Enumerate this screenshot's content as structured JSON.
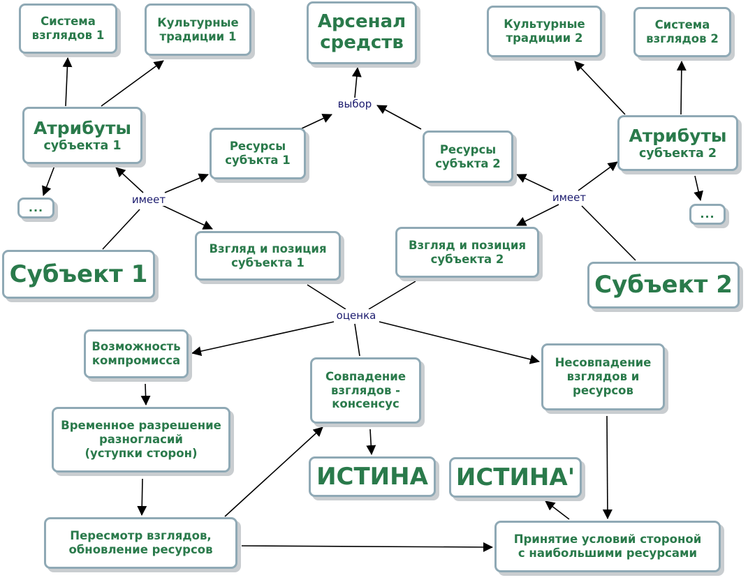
{
  "colors": {
    "node_text": "#2a7a4b",
    "node_border": "#8fa9b5",
    "link_label": "#1b1b6e",
    "edge": "#000000"
  },
  "nodes": {
    "worldview_1": [
      "Система",
      "взглядов 1"
    ],
    "culture_1": [
      "Культурные",
      "традиции 1"
    ],
    "arsenal": [
      "Арсенал",
      "средств"
    ],
    "culture_2": [
      "Культурные",
      "традиции 2"
    ],
    "worldview_2": [
      "Система",
      "взглядов 2"
    ],
    "attributes_1": [
      "Атрибуты",
      "субъекта 1"
    ],
    "resources_1": [
      "Ресурсы",
      "субъкта 1"
    ],
    "resources_2": [
      "Ресурсы",
      "субъкта 2"
    ],
    "attributes_2": [
      "Атрибуты",
      "субъекта 2"
    ],
    "more_1": "...",
    "more_2": "...",
    "subject_1": "Субъект 1",
    "view_1": [
      "Взгляд и позиция",
      "субъекта 1"
    ],
    "view_2": [
      "Взгляд и позиция",
      "субъекта 2"
    ],
    "subject_2": "Субъект 2",
    "compromise": [
      "Возможность",
      "компромисса"
    ],
    "coincidence": [
      "Совпадение",
      "взглядов -",
      "консенсус"
    ],
    "mismatch": [
      "Несовпадение",
      "взглядов и",
      "ресурсов"
    ],
    "temporary": [
      "Временное разрешение",
      "разногласий",
      "(уступки сторон)"
    ],
    "truth": "ИСТИНА",
    "truth_prime": "ИСТИНА'",
    "revision": [
      "Пересмотр взглядов,",
      "обновление ресурсов"
    ],
    "acceptance": [
      "Принятие условий стороной",
      "с наибольшими ресурсами"
    ]
  },
  "link_labels": {
    "has_1": "имеет",
    "has_2": "имеет",
    "choice": "выбор",
    "assessment": "оценка"
  }
}
